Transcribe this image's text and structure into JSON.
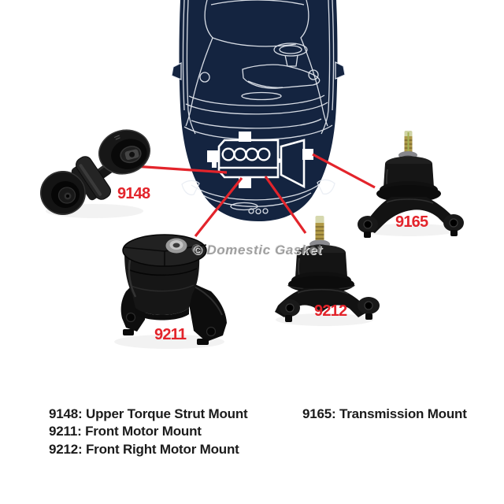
{
  "colors": {
    "background": "#ffffff",
    "car_silhouette_navy": "#142440",
    "diagram_line_white": "#e9edf4",
    "callout_red": "#e3242b",
    "legend_text": "#1b1b1b",
    "watermark_gray": "#7d7d7d",
    "part_black": "#141414",
    "stud_gold": "#b19a47"
  },
  "watermark": {
    "text": "© Domestic Gasket"
  },
  "callouts": {
    "p9148": "9148",
    "p9211": "9211",
    "p9212": "9212",
    "p9165": "9165"
  },
  "legend": {
    "left": [
      "9148: Upper Torque Strut Mount",
      "9211: Front Motor Mount",
      "9212: Front Right Motor Mount"
    ],
    "right": [
      "9165: Transmission Mount"
    ]
  }
}
